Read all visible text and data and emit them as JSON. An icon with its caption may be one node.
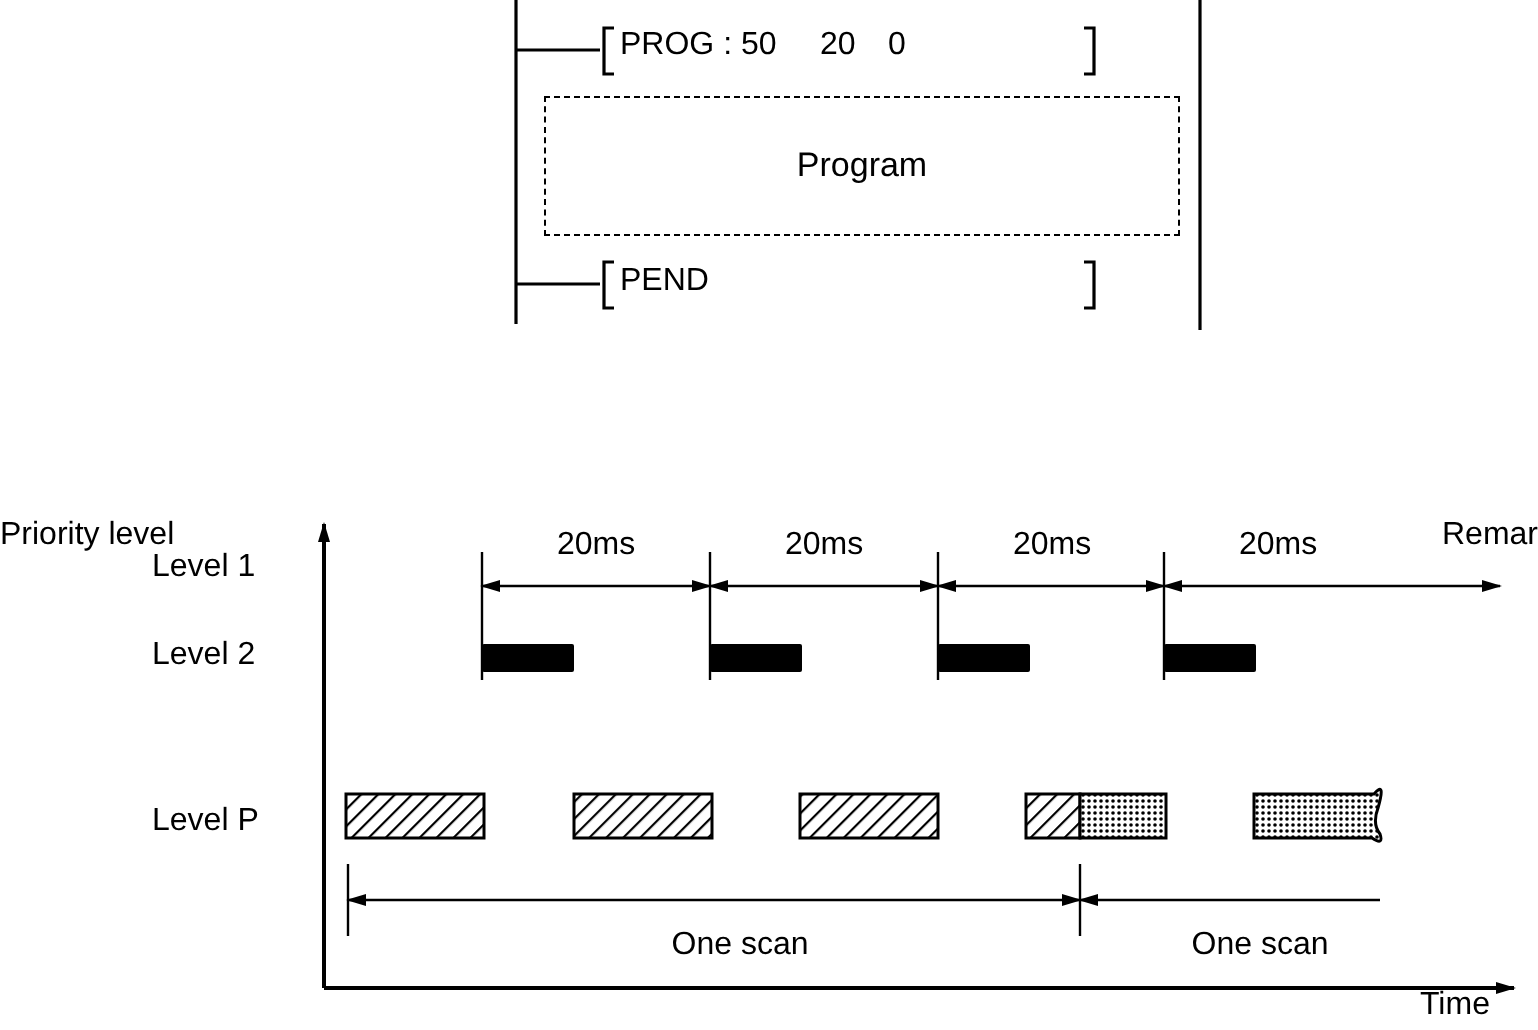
{
  "diagram": {
    "nodes": [
      {
        "text": [
          "Program"
        ]
      }
    ],
    "labels": [
      "PROG : 50",
      "20",
      "0",
      "PEND",
      "Priority level",
      "Remar",
      "Level 1",
      "20ms",
      "20ms",
      "20ms",
      "20ms",
      "Level 2",
      "Level P",
      "One scan",
      "One scan",
      "Time"
    ]
  }
}
